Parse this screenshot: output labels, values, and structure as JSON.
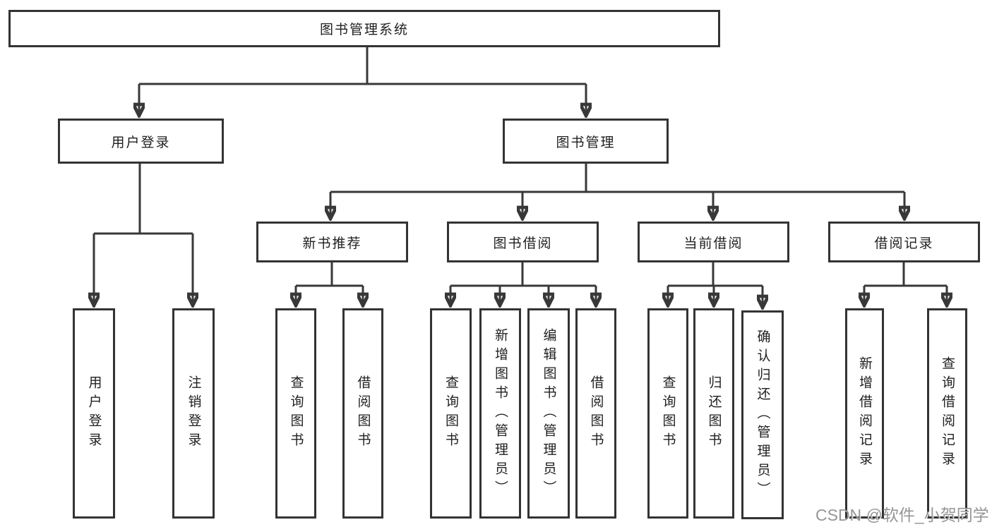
{
  "diagram": {
    "type": "hierarchy",
    "root": {
      "label": "图书管理系统"
    },
    "branches": [
      {
        "label": "用户登录",
        "children": [
          {
            "label": "用户登录"
          },
          {
            "label": "注销登录"
          }
        ]
      },
      {
        "label": "图书管理",
        "children": [
          {
            "label": "新书推荐",
            "children": [
              {
                "label": "查询图书"
              },
              {
                "label": "借阅图书"
              }
            ]
          },
          {
            "label": "图书借阅",
            "children": [
              {
                "label": "查询图书"
              },
              {
                "label": "新增图书（管理员）"
              },
              {
                "label": "编辑图书（管理员）"
              },
              {
                "label": "借阅图书"
              }
            ]
          },
          {
            "label": "当前借阅",
            "children": [
              {
                "label": "查询图书"
              },
              {
                "label": "归还图书"
              },
              {
                "label": "确认归还（管理员）"
              }
            ]
          },
          {
            "label": "借阅记录",
            "children": [
              {
                "label": "新增借阅记录"
              },
              {
                "label": "查询借阅记录"
              }
            ]
          }
        ]
      }
    ]
  },
  "watermark": {
    "text": "CSDN @软件_小贺同学"
  },
  "colors": {
    "line": "#383838",
    "box_border": "#333333",
    "background": "#ffffff",
    "watermark": "#8c8a8a"
  }
}
